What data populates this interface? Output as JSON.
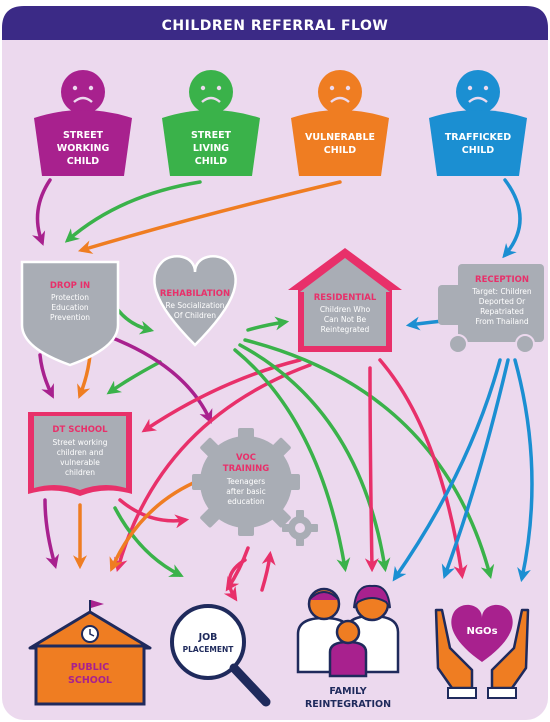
{
  "title": "CHILDREN REFERRAL FLOW",
  "children": [
    {
      "key": "street-working-child",
      "lines": [
        "STREET",
        "WORKING",
        "CHILD"
      ],
      "color": "#a8218e"
    },
    {
      "key": "street-living-child",
      "lines": [
        "STREET",
        "LIVING",
        "CHILD"
      ],
      "color": "#3ab24a"
    },
    {
      "key": "vulnerable-child",
      "lines": [
        "VULNERABLE",
        "CHILD"
      ],
      "color": "#ef7d22"
    },
    {
      "key": "trafficked-child",
      "lines": [
        "TRAFFICKED",
        "CHILD"
      ],
      "color": "#1b8fd2"
    }
  ],
  "services": {
    "drop_in": {
      "title": "DROP IN",
      "lines": [
        "Protection",
        "Education",
        "Prevention"
      ]
    },
    "rehabilitation": {
      "title": "REHABILATION",
      "lines": [
        "Re Socialization",
        "Of Children"
      ]
    },
    "residential": {
      "title": "RESIDENTIAL",
      "lines": [
        "Children Who",
        "Can Not Be",
        "Reintegrated"
      ]
    },
    "reception": {
      "title": "RECEPTION",
      "lines": [
        "Target: Children",
        "Deported Or",
        "Repatriated",
        "From Thailand"
      ]
    },
    "dt_school": {
      "title": "DT SCHOOL",
      "lines": [
        "Street working",
        "children and",
        "vulnerable",
        "children"
      ]
    },
    "voc_training": {
      "title": "VOC",
      "title2": "TRAINING",
      "lines": [
        "Teenagers",
        "after basic",
        "education"
      ]
    }
  },
  "outcomes": {
    "public_school": [
      "PUBLIC",
      "SCHOOL"
    ],
    "job_placement": [
      "JOB",
      "PLACEMENT"
    ],
    "family_reintegration": [
      "FAMILY",
      "REINTEGRATION"
    ],
    "ngos": "NGOs"
  },
  "colors": {
    "background": "#ecd9ee",
    "title_bar": "#3b2a86",
    "service_gray": "#a9adb5",
    "pink": "#e8306a",
    "navy": "#1f2a5c"
  }
}
